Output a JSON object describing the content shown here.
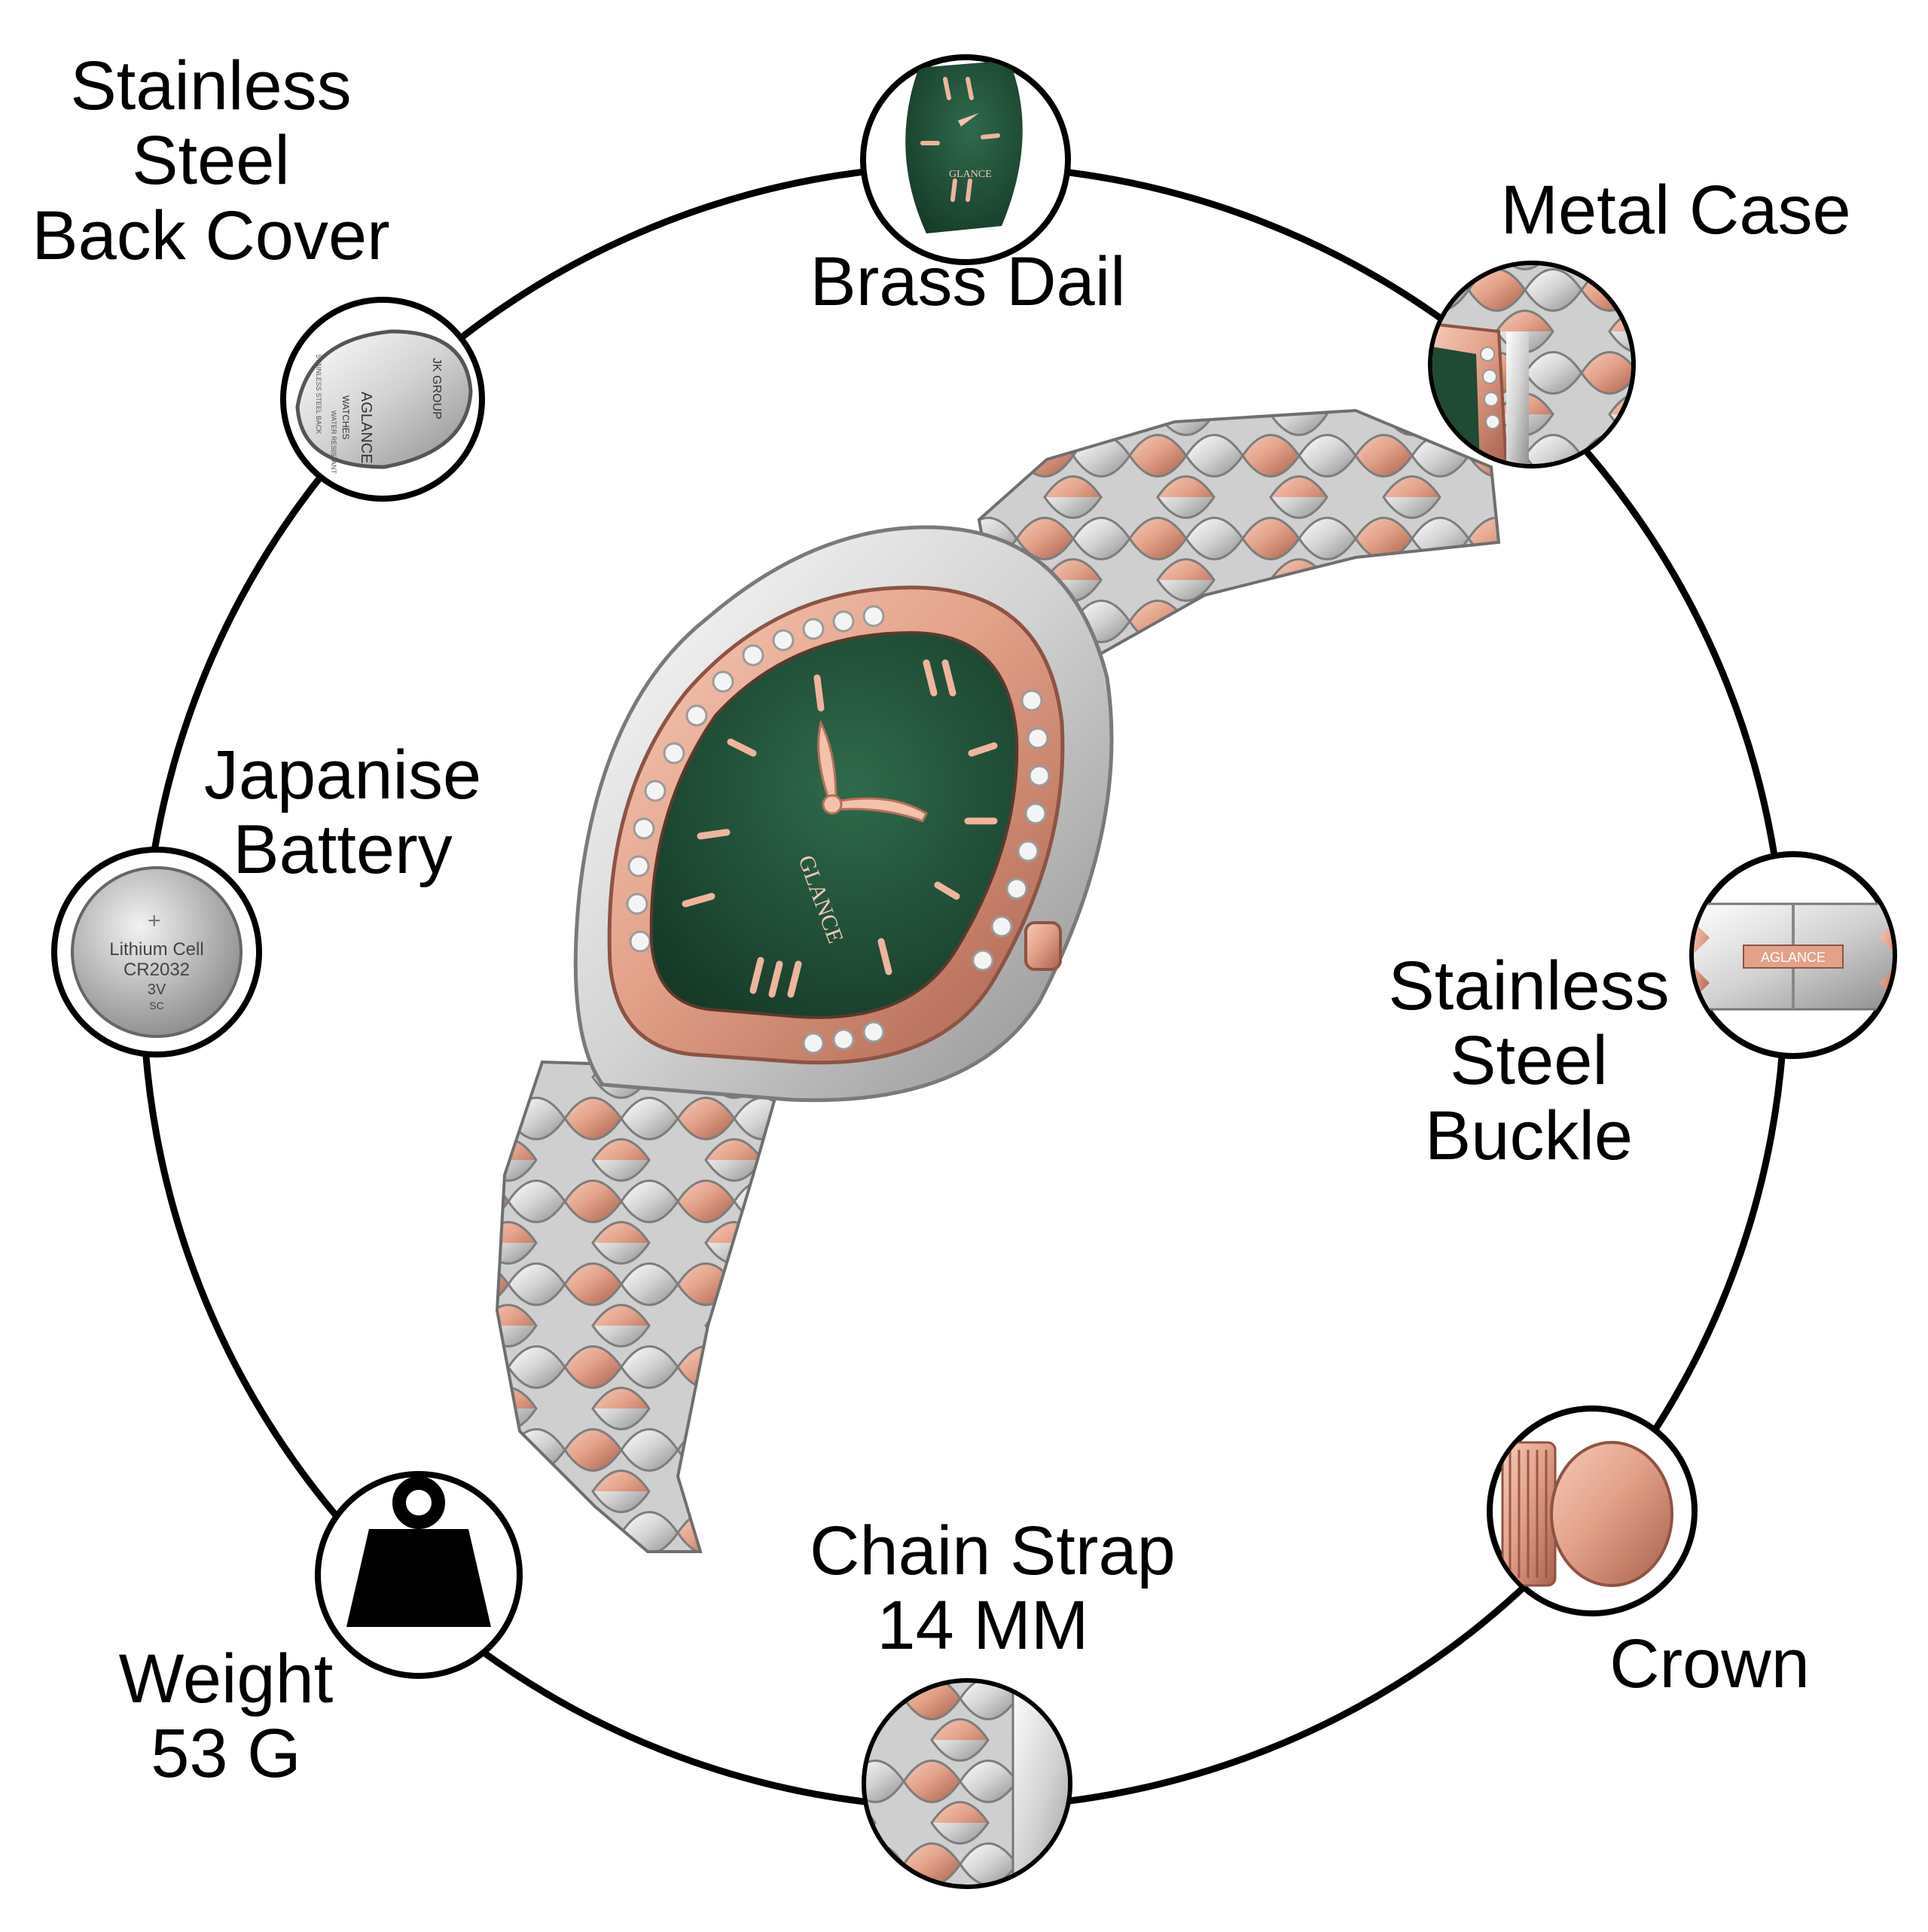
{
  "features": [
    {
      "id": "back-cover",
      "lines": [
        "Stainless",
        "Steel",
        "Back Cover"
      ],
      "icon": "back-cover-icon",
      "engraving": [
        "AGLANCE",
        "WATCHES",
        "JK GROUP",
        "STAINLESS STEEL BACK",
        "WATER RESISTANT"
      ]
    },
    {
      "id": "dial",
      "lines": [
        "Brass Dail"
      ],
      "icon": "dial-icon",
      "brand": "GLANCE"
    },
    {
      "id": "case",
      "lines": [
        "Metal Case"
      ],
      "icon": "case-icon"
    },
    {
      "id": "battery",
      "lines": [
        "Japanise",
        "Battery"
      ],
      "icon": "battery-icon",
      "coin_text": [
        "Lithium Cell",
        "CR2032",
        "3V",
        "SC"
      ]
    },
    {
      "id": "buckle",
      "lines": [
        "Stainless",
        "Steel",
        "Buckle"
      ],
      "icon": "buckle-icon",
      "buckle_text": "AGLANCE"
    },
    {
      "id": "weight",
      "lines": [
        "Weight",
        "53 G"
      ],
      "icon": "weight-icon"
    },
    {
      "id": "strap",
      "lines": [
        "Chain Strap",
        "14 MM"
      ],
      "icon": "chain-strap-icon"
    },
    {
      "id": "crown",
      "lines": [
        "Crown"
      ],
      "icon": "crown-icon"
    }
  ],
  "watch": {
    "brand": "GLANCE"
  },
  "colors": {
    "dial_green": "#1f4a34",
    "rose_gold": "#e3a189",
    "rose_gold_dark": "#b8705a",
    "silver": "#d8d8d8",
    "silver_dark": "#9b9b9b",
    "outline": "#000000"
  }
}
